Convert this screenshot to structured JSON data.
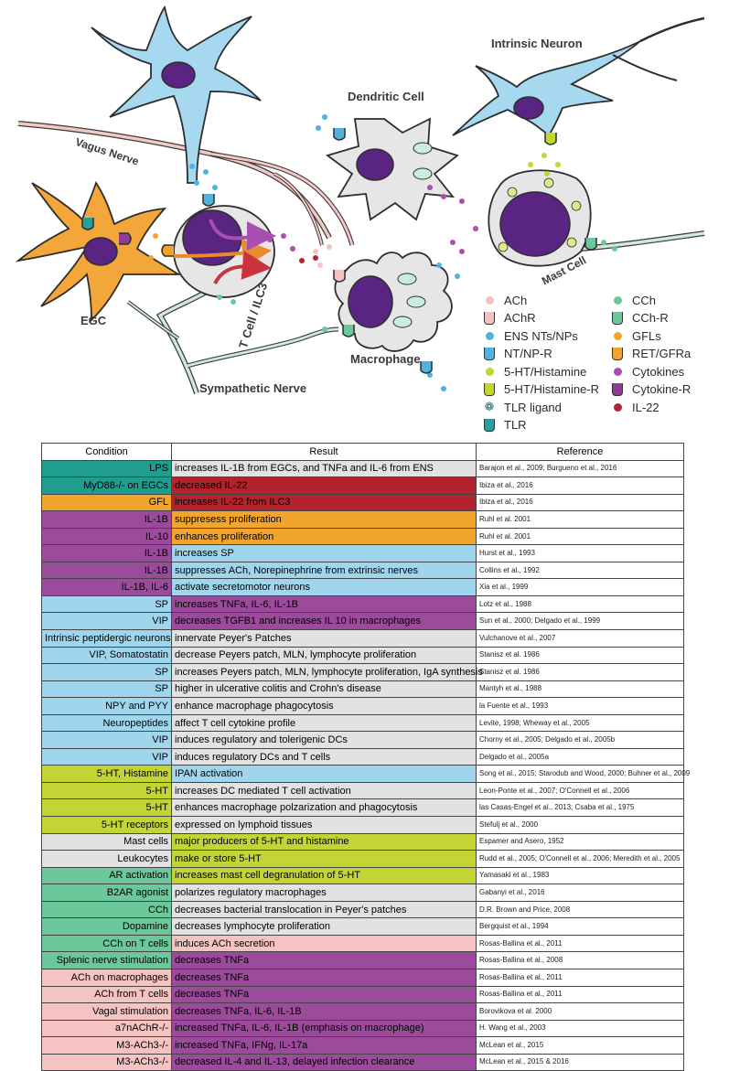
{
  "diagram": {
    "labels": {
      "intrinsic_neuron": "Intrinsic Neuron",
      "dendritic_cell": "Dendritic Cell",
      "vagus_nerve": "Vagus Nerve",
      "egc": "EGC",
      "t_cell": "T Cell / ILC3",
      "macrophage": "Macrophage",
      "mast_cell": "Mast Cell",
      "sympathetic_nerve": "Sympathetic Nerve"
    }
  },
  "legend": {
    "items": [
      {
        "label": "ACh",
        "kind": "dot",
        "color": "#f4c2c2"
      },
      {
        "label": "AChR",
        "kind": "receptor",
        "color": "#f4c2c2"
      },
      {
        "label": "ENS NTs/NPs",
        "kind": "dot",
        "color": "#4fb3dc"
      },
      {
        "label": "NT/NP-R",
        "kind": "receptor",
        "color": "#4fb3dc"
      },
      {
        "label": "5-HT/Histamine",
        "kind": "dot",
        "color": "#c2d62e"
      },
      {
        "label": "5-HT/Histamine-R",
        "kind": "receptor",
        "color": "#c2d62e"
      },
      {
        "label": "TLR ligand",
        "kind": "ligand",
        "color": "#1f6b6b"
      },
      {
        "label": "TLR",
        "kind": "receptor",
        "color": "#2a9d9d"
      },
      {
        "label": "CCh",
        "kind": "dot",
        "color": "#6cc79a"
      },
      {
        "label": "CCh-R",
        "kind": "receptor",
        "color": "#6cc79a"
      },
      {
        "label": "GFLs",
        "kind": "dot",
        "color": "#f2a52c"
      },
      {
        "label": "RET/GFRa",
        "kind": "receptor",
        "color": "#f2a52c"
      },
      {
        "label": "Cytokines",
        "kind": "dot",
        "color": "#a84fb1"
      },
      {
        "label": "Cytokine-R",
        "kind": "receptor",
        "color": "#8e3c96"
      },
      {
        "label": "IL-22",
        "kind": "dot",
        "color": "#b3232d"
      }
    ]
  },
  "colors": {
    "teal": "#1f9e8f",
    "red": "#b3232d",
    "orange": "#f2a52c",
    "purple": "#9b4a9c",
    "blue": "#9fd6ee",
    "lime": "#c3d534",
    "grey": "#e2e2e2",
    "green": "#6cc79a",
    "pink": "#f6c3c3"
  },
  "table": {
    "headers": [
      "Condition",
      "Result",
      "Reference"
    ],
    "rows": [
      {
        "condition": "LPS",
        "result": "increases IL-1B from EGCs, and TNFa and IL-6 from ENS",
        "reference": "Barajon et al., 2009; Burgueno et al., 2016",
        "cc": "teal",
        "rc": "grey"
      },
      {
        "condition": "MyD88-/- on EGCs",
        "result": "decreased IL-22",
        "reference": "Ibiza et al., 2016",
        "cc": "teal",
        "rc": "red"
      },
      {
        "condition": "GFL",
        "result": "increases IL-22 from ILC3",
        "reference": "Ibiza et al., 2016",
        "cc": "orange",
        "rc": "red"
      },
      {
        "condition": "IL-1B",
        "result": "suppresess proliferation",
        "reference": "Ruhl et al. 2001",
        "cc": "purple",
        "rc": "orange"
      },
      {
        "condition": "IL-10",
        "result": "enhances proliferation",
        "reference": "Ruhl et al. 2001",
        "cc": "purple",
        "rc": "orange"
      },
      {
        "condition": "IL-1B",
        "result": "increases SP",
        "reference": "Hurst et al., 1993",
        "cc": "purple",
        "rc": "blue"
      },
      {
        "condition": "IL-1B",
        "result": "suppresses ACh, Norepinephrine from extrinsic nerves",
        "reference": "Collins et al., 1992",
        "cc": "purple",
        "rc": "blue"
      },
      {
        "condition": "IL-1B, IL-6",
        "result": "activate secretomotor neurons",
        "reference": "Xia et al., 1999",
        "cc": "purple",
        "rc": "blue"
      },
      {
        "condition": "SP",
        "result": "increases TNFa, IL-6, IL-1B",
        "reference": "Lotz et al., 1988",
        "cc": "blue",
        "rc": "purple"
      },
      {
        "condition": "VIP",
        "result": "decreases TGFB1 and increases IL 10 in macrophages",
        "reference": "Sun et al., 2000; Delgado et al., 1999",
        "cc": "blue",
        "rc": "purple"
      },
      {
        "condition": "Intrinsic peptidergic neurons",
        "result": "innervate Peyer's Patches",
        "reference": "Vulchanove et al., 2007",
        "cc": "blue",
        "rc": "grey"
      },
      {
        "condition": "VIP, Somatostatin",
        "result": "decrease Peyers patch, MLN, lymphocyte proliferation",
        "reference": "Stanisz et al. 1986",
        "cc": "blue",
        "rc": "grey"
      },
      {
        "condition": "SP",
        "result": "increases Peyers patch, MLN, lymphocyte proliferation, IgA synthesis",
        "reference": "Stanisz et al. 1986",
        "cc": "blue",
        "rc": "grey"
      },
      {
        "condition": "SP",
        "result": "higher in ulcerative colitis and Crohn's disease",
        "reference": "Mantyh et al., 1988",
        "cc": "blue",
        "rc": "grey"
      },
      {
        "condition": "NPY and PYY",
        "result": "enhance macrophage phagocytosis",
        "reference": "la Fuente et al., 1993",
        "cc": "blue",
        "rc": "grey"
      },
      {
        "condition": "Neuropeptides",
        "result": "affect T cell cytokine profile",
        "reference": "Levite, 1998; Wheway et al., 2005",
        "cc": "blue",
        "rc": "grey"
      },
      {
        "condition": "VIP",
        "result": "induces regulatory and tolerigenic DCs",
        "reference": "Chorny et al., 2005; Delgado et al., 2005b",
        "cc": "blue",
        "rc": "grey"
      },
      {
        "condition": "VIP",
        "result": "induces regulatory DCs and T cells",
        "reference": "Delgado et al., 2005a",
        "cc": "blue",
        "rc": "grey"
      },
      {
        "condition": "5-HT, Histamine",
        "result": "IPAN activation",
        "reference": "Song et al., 2015; Starodub and Wood, 2000; Buhner et al., 2009",
        "cc": "lime",
        "rc": "blue"
      },
      {
        "condition": "5-HT",
        "result": "increases DC mediated T cell activation",
        "reference": "Leon-Ponte et al., 2007; O'Connell et al., 2006",
        "cc": "lime",
        "rc": "grey"
      },
      {
        "condition": "5-HT",
        "result": "enhances macrophage polzarization and phagocytosis",
        "reference": "las Casas-Engel et al., 2013; Csaba et al., 1975",
        "cc": "lime",
        "rc": "grey"
      },
      {
        "condition": "5-HT receptors",
        "result": "expressed on lymphoid tissues",
        "reference": "Stefulj et al., 2000",
        "cc": "lime",
        "rc": "grey"
      },
      {
        "condition": "Mast cells",
        "result": "major producers of 5-HT and histamine",
        "reference": "Espamer and Asero, 1952",
        "cc": "grey",
        "rc": "lime"
      },
      {
        "condition": "Leukocytes",
        "result": "make or store 5-HT",
        "reference": "Rudd et al., 2005; O'Connell et al., 2006; Meredith et al., 2005",
        "cc": "grey",
        "rc": "lime"
      },
      {
        "condition": "AR activation",
        "result": "increases mast cell degranulation of 5-HT",
        "reference": "Yamasaki et al., 1983",
        "cc": "green",
        "rc": "lime"
      },
      {
        "condition": "B2AR agonist",
        "result": "polarizes regulatory macrophages",
        "reference": "Gabanyi et al., 2016",
        "cc": "green",
        "rc": "grey"
      },
      {
        "condition": "CCh",
        "result": "decreases bacterial translocation in Peyer's patches",
        "reference": "D.R. Brown and Price, 2008",
        "cc": "green",
        "rc": "grey"
      },
      {
        "condition": "Dopamine",
        "result": "decreases lymphocyte proliferation",
        "reference": "Bergquist et al., 1994",
        "cc": "green",
        "rc": "grey"
      },
      {
        "condition": "CCh on T cells",
        "result": "induces ACh secretion",
        "reference": "Rosas-Ballina et al., 2011",
        "cc": "green",
        "rc": "pink"
      },
      {
        "condition": "Splenic nerve stimulation",
        "result": "decreases TNFa",
        "reference": "Rosas-Ballina et al., 2008",
        "cc": "green",
        "rc": "purple"
      },
      {
        "condition": "ACh on macrophages",
        "result": "decreases TNFa",
        "reference": "Rosas-Ballina et al., 2011",
        "cc": "pink",
        "rc": "purple"
      },
      {
        "condition": "ACh from T cells",
        "result": "decreases TNFa",
        "reference": "Rosas-Ballina et al., 2011",
        "cc": "pink",
        "rc": "purple"
      },
      {
        "condition": "Vagal stimulation",
        "result": "decreases TNFa, IL-6, IL-1B",
        "reference": "Borovikova et al. 2000",
        "cc": "pink",
        "rc": "purple"
      },
      {
        "condition": "a7nAChR-/-",
        "result": "increased TNFa, IL-6, IL-1B (emphasis on macrophage)",
        "reference": "H. Wang et al., 2003",
        "cc": "pink",
        "rc": "purple"
      },
      {
        "condition": "M3-ACh3-/-",
        "result": "increased TNFa, IFNg, IL-17a",
        "reference": "McLean et al., 2015",
        "cc": "pink",
        "rc": "purple"
      },
      {
        "condition": "M3-ACh3-/-",
        "result": "decreased IL-4 and IL-13, delayed infection clearance",
        "reference": "McLean et al., 2015 & 2016",
        "cc": "pink",
        "rc": "purple"
      }
    ]
  }
}
